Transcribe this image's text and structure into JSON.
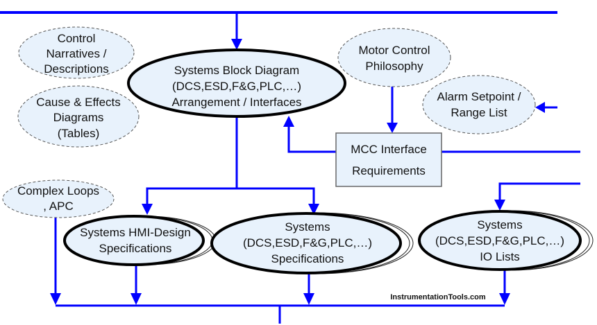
{
  "diagram": {
    "nodes": {
      "control_narratives": {
        "lines": [
          "Control",
          "Narratives /",
          "Descriptions"
        ],
        "style": "dashed-ellipse"
      },
      "cause_effects": {
        "lines": [
          "Cause & Effects",
          "Diagrams",
          "(Tables)"
        ],
        "style": "dashed-ellipse"
      },
      "systems_block_diagram": {
        "lines": [
          "Systems Block Diagram",
          "(DCS,ESD,F&G,PLC,…)",
          "Arrangement / Interfaces"
        ],
        "style": "bold-ellipse"
      },
      "motor_control": {
        "lines": [
          "Motor Control",
          "Philosophy"
        ],
        "style": "dashed-ellipse"
      },
      "alarm_setpoint": {
        "lines": [
          "Alarm Setpoint /",
          "Range List"
        ],
        "style": "dashed-ellipse"
      },
      "mcc_interface": {
        "lines": [
          "MCC Interface",
          "Requirements"
        ],
        "style": "box"
      },
      "complex_loops": {
        "lines": [
          "Complex Loops",
          ", APC"
        ],
        "style": "dashed-ellipse"
      },
      "hmi_design": {
        "lines": [
          "Systems HMI-Design",
          "Specifications"
        ],
        "style": "stacked-ellipse"
      },
      "system_specs": {
        "lines": [
          "Systems",
          "(DCS,ESD,F&G,PLC,…)",
          "Specifications"
        ],
        "style": "stacked-ellipse"
      },
      "io_lists": {
        "lines": [
          "Systems",
          "(DCS,ESD,F&G,PLC,…)",
          "IO Lists"
        ],
        "style": "stacked-ellipse"
      }
    },
    "edges": [
      {
        "from": "top-bus",
        "to": "systems_block_diagram"
      },
      {
        "from": "mcc_interface",
        "to": "systems_block_diagram"
      },
      {
        "from": "motor_control",
        "to": "mcc_interface"
      },
      {
        "from": "right-input",
        "to": "alarm_setpoint"
      },
      {
        "from": "systems_block_diagram",
        "to": "hmi_design"
      },
      {
        "from": "systems_block_diagram",
        "to": "system_specs"
      },
      {
        "from": "right-input",
        "to": "io_lists"
      },
      {
        "from": "complex_loops",
        "to": "bottom-bus"
      },
      {
        "from": "hmi_design",
        "to": "bottom-bus"
      },
      {
        "from": "system_specs",
        "to": "bottom-bus"
      },
      {
        "from": "io_lists",
        "to": "bottom-bus"
      }
    ],
    "colors": {
      "connector": "#0000ff",
      "node_fill": "#e8f2fc",
      "node_border": "#000000"
    },
    "watermark": "InstrumentationTools.com"
  }
}
